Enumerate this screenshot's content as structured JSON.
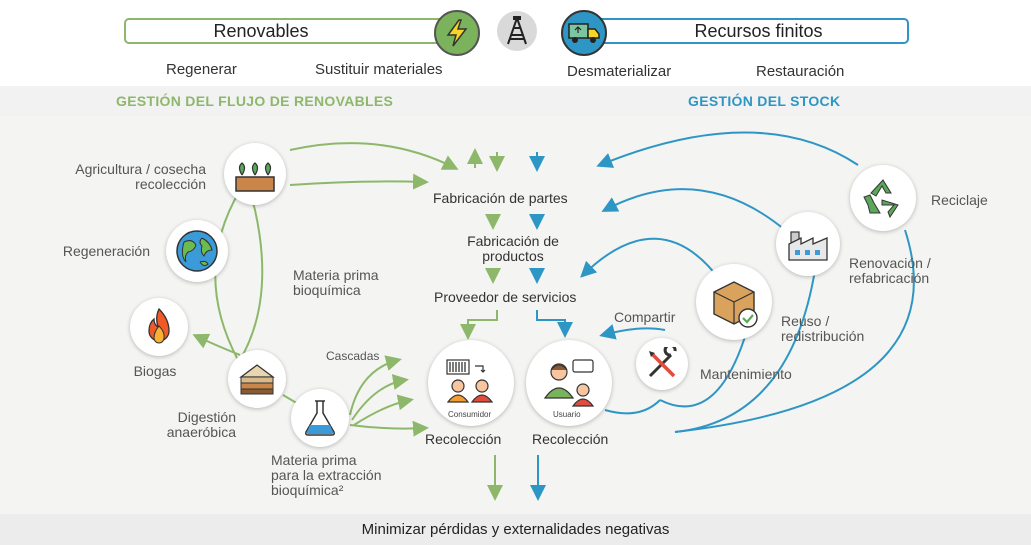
{
  "header": {
    "renewables_label": "Renovables",
    "finite_label": "Recursos finitos",
    "sub_left_1": "Regenerar",
    "sub_left_2": "Sustituir materiales",
    "sub_right_1": "Desmaterializar",
    "sub_right_2": "Restauración"
  },
  "sections": {
    "left_title": "GESTIÓN DEL FLUJO DE RENOVABLES",
    "right_title": "GESTIÓN DEL STOCK",
    "left_color": "#8db86b",
    "right_color": "#2e96c4"
  },
  "left_nodes": {
    "agriculture": "Agricultura / cosecha\nrecolección",
    "regeneration": "Regeneración",
    "biogas": "Biogas",
    "digestion": "Digestión\nanaeróbica",
    "biochem_raw": "Materia prima\nbioquímica",
    "cascades": "Cascadas",
    "extraction": "Materia prima\npara la extracción\nbioquímica²"
  },
  "center": {
    "parts": "Fabricación de partes",
    "products": "Fabricación de\nproductos",
    "services": "Proveedor de servicios",
    "consumer_tag": "Consumidor",
    "user_tag": "Usuario",
    "collection_1": "Recolección",
    "collection_2": "Recolección"
  },
  "right_nodes": {
    "share": "Compartir",
    "maintenance": "Mantenimiento",
    "reuse": "Reuso /\nredistribución",
    "refurbish": "Renovación /\nrefabricación",
    "recycle": "Reciclaje"
  },
  "footer": {
    "text": "Minimizar pérdidas y externalidades negativas"
  },
  "icons": {
    "energy": "lightning-icon",
    "oil": "oil-rig-icon",
    "truck": "recycling-truck-icon"
  }
}
